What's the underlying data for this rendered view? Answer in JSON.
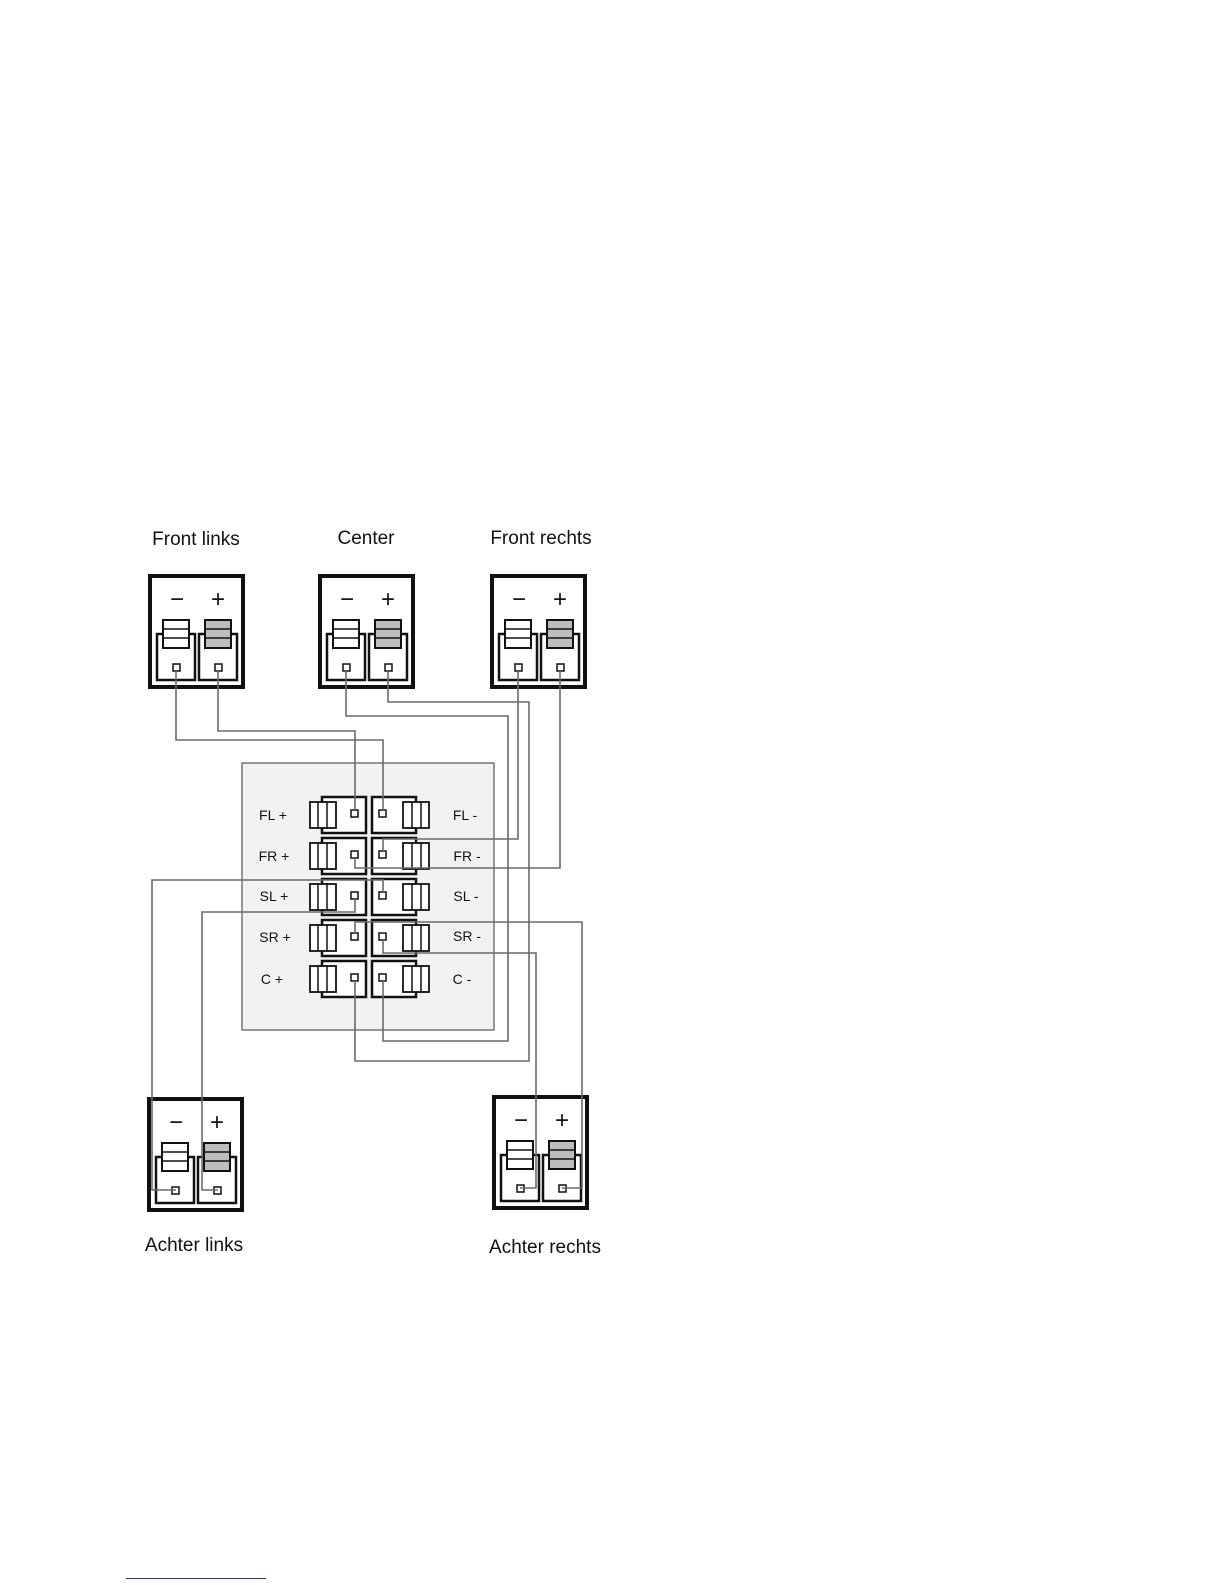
{
  "speakers": {
    "front_left": {
      "label": "Front links",
      "minus": "−",
      "plus": "+"
    },
    "center": {
      "label": "Center",
      "minus": "−",
      "plus": "+"
    },
    "front_right": {
      "label": "Front rechts",
      "minus": "−",
      "plus": "+"
    },
    "rear_left": {
      "label": "Achter links",
      "minus": "−",
      "plus": "+"
    },
    "rear_right": {
      "label": "Achter rechts",
      "minus": "−",
      "plus": "+"
    }
  },
  "terminal_block": {
    "left_labels": [
      "FL +",
      "FR +",
      "SL +",
      "SR +",
      "C +"
    ],
    "right_labels": [
      "FL -",
      "FR -",
      "SL -",
      "SR -",
      "C -"
    ]
  },
  "colors": {
    "line": "#111111",
    "wire": "#6a6a6a",
    "panel_fill": "#f2f2f2",
    "plus_clip_fill": "#bdbdbd"
  }
}
